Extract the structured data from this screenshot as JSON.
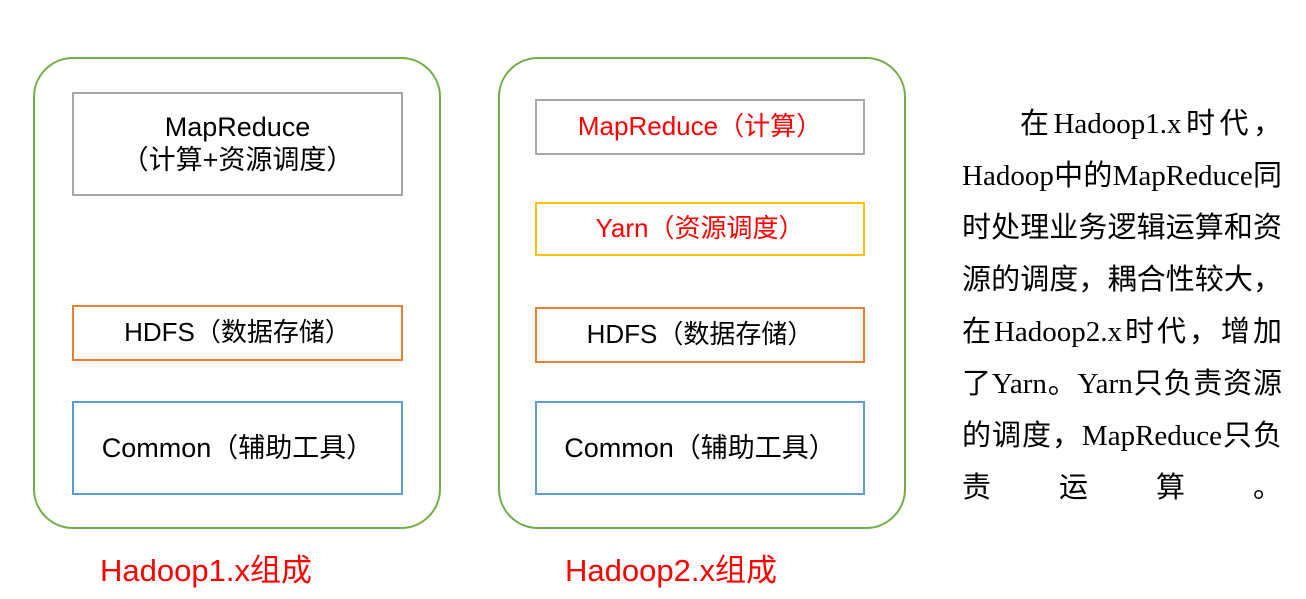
{
  "colors": {
    "group_border_green": "#70AD47",
    "box_border_gray": "#A6A6A6",
    "box_border_orange": "#ED7D31",
    "box_border_blue": "#5B9BD5",
    "box_border_yellow": "#FFC000",
    "accent_red": "#FF0000",
    "text_black": "#000000",
    "background": "#FFFFFF"
  },
  "groups": [
    {
      "caption": "Hadoop1.x组成",
      "layers": [
        {
          "label": "MapReduce\n（计算+资源调度）",
          "border": "gray",
          "text_color": "black"
        },
        {
          "label": "HDFS（数据存储）",
          "border": "orange",
          "text_color": "black"
        },
        {
          "label": "Common（辅助工具）",
          "border": "blue",
          "text_color": "black"
        }
      ]
    },
    {
      "caption": "Hadoop2.x组成",
      "layers": [
        {
          "label": "MapReduce（计算）",
          "border": "gray",
          "text_color": "red"
        },
        {
          "label": "Yarn（资源调度）",
          "border": "yellow",
          "text_color": "red"
        },
        {
          "label": "HDFS（数据存储）",
          "border": "orange",
          "text_color": "black"
        },
        {
          "label": "Common（辅助工具）",
          "border": "blue",
          "text_color": "black"
        }
      ]
    }
  ],
  "explanation": {
    "body": "在Hadoop1.x时代，Hadoop中的MapReduce同时处理业务逻辑运算和资源的调度，耦合性较大，在Hadoop2.x时代，增加了Yarn。Yarn只负责资源的调度，MapReduce只负责运算。"
  }
}
